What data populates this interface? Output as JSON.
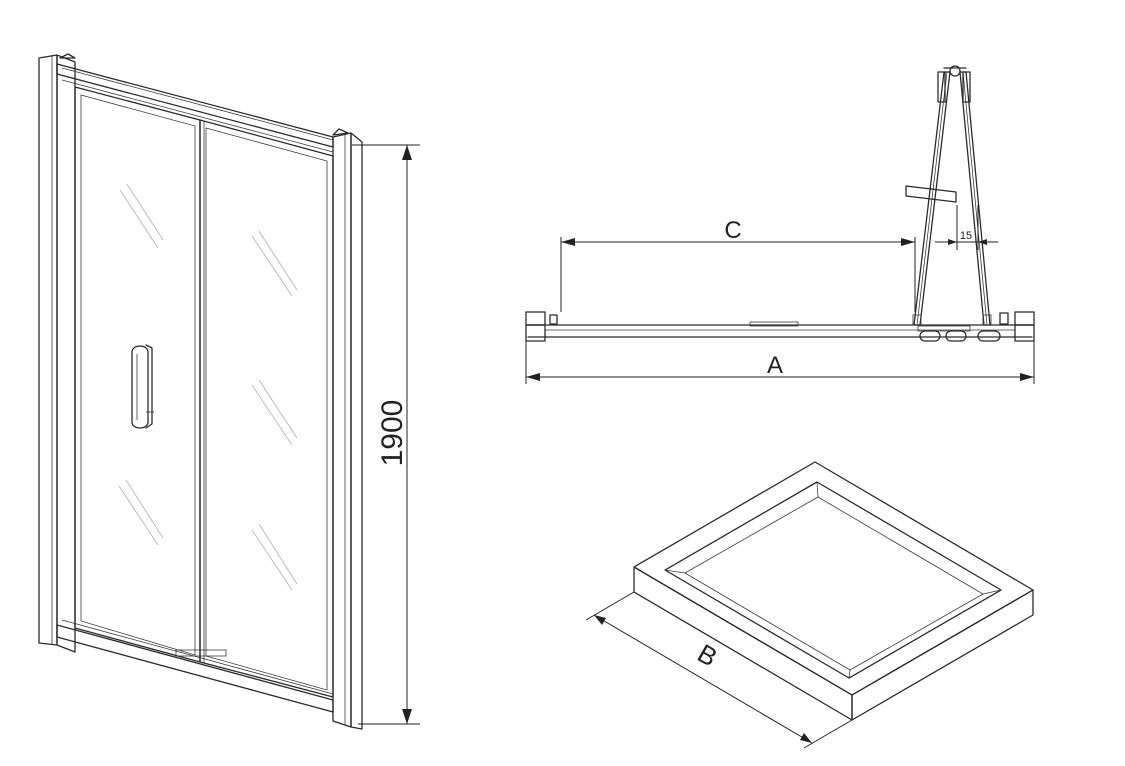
{
  "dimensions": {
    "height_label": "1900",
    "width_a_label": "A",
    "opening_c_label": "C",
    "tray_b_label": "B",
    "offset_label": "15"
  }
}
